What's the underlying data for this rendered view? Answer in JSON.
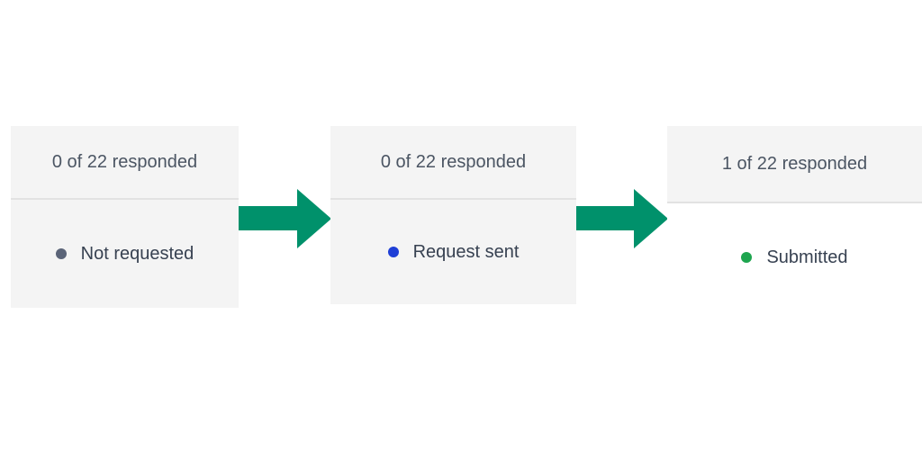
{
  "steps": [
    {
      "header": "0 of 22 responded",
      "status": "Not requested",
      "dot_color": "#5b6478",
      "status_icon": "status-dot-gray-icon"
    },
    {
      "header": "0 of 22 responded",
      "status": "Request sent",
      "dot_color": "#1f3fd6",
      "status_icon": "status-dot-blue-icon"
    },
    {
      "header": "1 of 22 responded",
      "status": "Submitted",
      "dot_color": "#1ea54f",
      "status_icon": "status-dot-green-icon"
    }
  ],
  "arrow_color": "#00916b",
  "arrow_icon": "arrow-right-icon"
}
